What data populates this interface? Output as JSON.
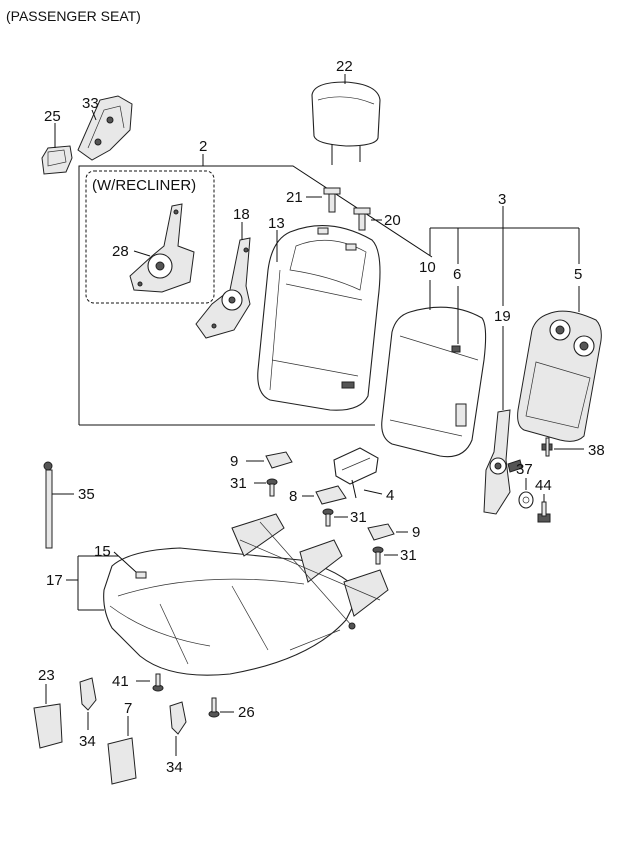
{
  "header": {
    "title": "(PASSENGER SEAT)"
  },
  "group_box": {
    "label": "(W/RECLINER)"
  },
  "callouts": [
    "22",
    "25",
    "33",
    "2",
    "21",
    "20",
    "18",
    "13",
    "28",
    "3",
    "10",
    "6",
    "5",
    "19",
    "38",
    "37",
    "44",
    "9",
    "31",
    "8",
    "4",
    "31",
    "9",
    "31",
    "35",
    "15",
    "17",
    "23",
    "41",
    "34",
    "7",
    "34",
    "26"
  ]
}
